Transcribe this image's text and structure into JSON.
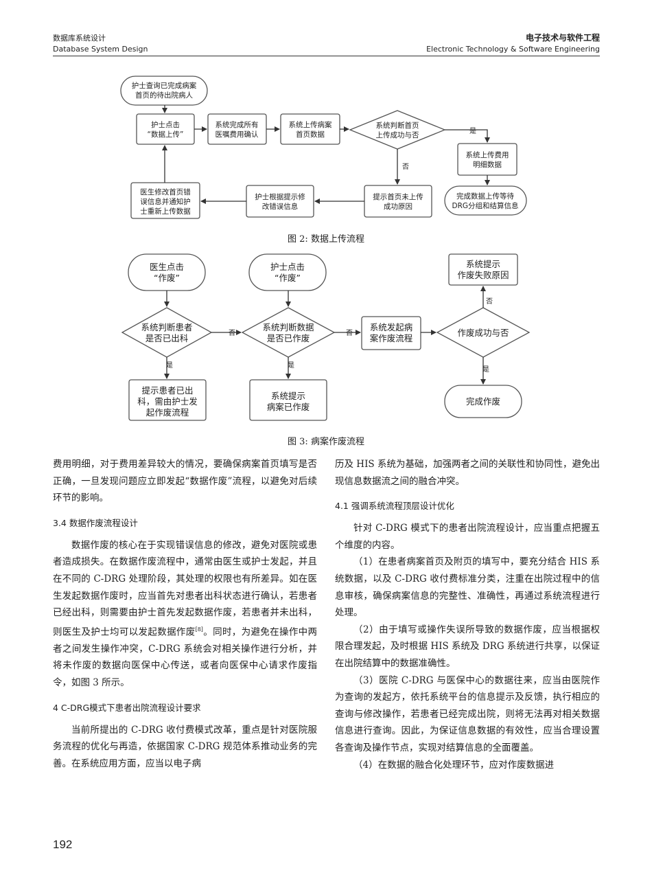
{
  "header": {
    "left_cn": "数据库系统设计",
    "left_en": "Database System Design",
    "right_cn": "电子技术与软件工程",
    "right_en": "Electronic Technology & Software Engineering"
  },
  "fig2": {
    "caption": "图 2: 数据上传流程",
    "start": [
      "护士查询已完成病案",
      "首页的待出院病人"
    ],
    "click": [
      "护士点击",
      "“数据上传”"
    ],
    "confirm": [
      "系统完成所有",
      "医嘱费用确认"
    ],
    "upload": [
      "系统上传病案",
      "首页数据"
    ],
    "decision": [
      "系统判断首页",
      "上传成功与否"
    ],
    "yes": "是",
    "no": "否",
    "upload_fee": [
      "系统上传费用",
      "明细数据"
    ],
    "complete": [
      "完成数据上传等待",
      "DRG分组和结算信息"
    ],
    "fail_reason": [
      "提示首页未上传",
      "成功原因"
    ],
    "nurse_fix": [
      "护士根据提示修",
      "改错误信息"
    ],
    "doctor_fix": [
      "医生修改首页错",
      "误信息并通知护",
      "士重新上传数据"
    ]
  },
  "fig3": {
    "caption": "图 3: 病案作废流程",
    "doctor_click": [
      "医生点击",
      "“作废”"
    ],
    "nurse_click": [
      "护士点击",
      "“作废”"
    ],
    "judge_patient": [
      "系统判断患者",
      "是否已出科"
    ],
    "judge_data": [
      "系统判断数据",
      "是否已作废"
    ],
    "start_void": [
      "系统发起病",
      "案作废流程"
    ],
    "void_result": "作废成功与否",
    "fail_prompt": [
      "系统提示",
      "作废失败原因"
    ],
    "prompt_nurse": [
      "提示患者已出",
      "科，需由护士发",
      "起作废流程"
    ],
    "prompt_voided": [
      "系统提示",
      "病案已作废"
    ],
    "done": "完成作废",
    "yes": "是",
    "no": "否"
  },
  "left_col": {
    "p1": "费用明细，对于费用差异较大的情况，要确保病案首页填写是否正确，一旦发现问题应立即发起“数据作废”流程，以避免对后续环节的影响。",
    "h34": "3.4  数据作废流程设计",
    "p2a": "数据作废的核心在于实现错误信息的修改，避免对医院或患者造成损失。在数据作废流程中，通常由医生或护士发起，并且在不同的 C-DRG 处理阶段，其处理的权限也有所差异。如在医生发起数据作废时，应当首先对患者出科状态进行确认，若患者已经出科，则需要由护士首先发起数据作废，若患者并未出科，则医生及护士均可以发起数据作废",
    "p2ref": "[8]",
    "p2b": "。同时，为避免在操作中两者之间发生操作冲突，C-DRG 系统会对相关操作进行分析，并将未作废的数据向医保中心传送，或者向医保中心请求作废指令，如图 3 所示。",
    "h4": "4  C-DRG模式下患者出院流程设计要求",
    "p3": "当前所提出的 C-DRG 收付费模式改革，重点是针对医院服务流程的优化与再造，依据国家 C-DRG 规范体系推动业务的完善。在系统应用方面，应当以电子病"
  },
  "right_col": {
    "p1": "历及 HIS 系统为基础，加强两者之间的关联性和协同性，避免出现信息数据流之间的融合冲突。",
    "h41": "4.1  强调系统流程顶层设计优化",
    "p2": "针对 C-DRG 模式下的患者出院流程设计，应当重点把握五个维度的内容。",
    "p3": "（1）在患者病案首页及附页的填写中，要充分结合 HIS 系统数据，以及 C-DRG 收付费标准分类，注重在出院过程中的信息审核，确保病案信息的完整性、准确性，再通过系统流程进行处理。",
    "p4": "（2）由于填写或操作失误所导致的数据作废，应当根据权限合理发起，及时根据 HIS 系统及 DRG 系统进行共享，以保证在出院结算中的数据准确性。",
    "p5": "（3）医院 C-DRG 与医保中心的数据往来，应当由医院作为查询的发起方，依托系统平台的信息提示及反馈，执行相应的查询与修改操作，若患者已经完成出院，则将无法再对相关数据信息进行查询。因此，为保证信息数据的有效性，应当合理设置各查询及操作节点，实现对结算信息的全面覆盖。",
    "p6": "（4）在数据的融合化处理环节，应对作废数据进"
  },
  "page_number": "192"
}
